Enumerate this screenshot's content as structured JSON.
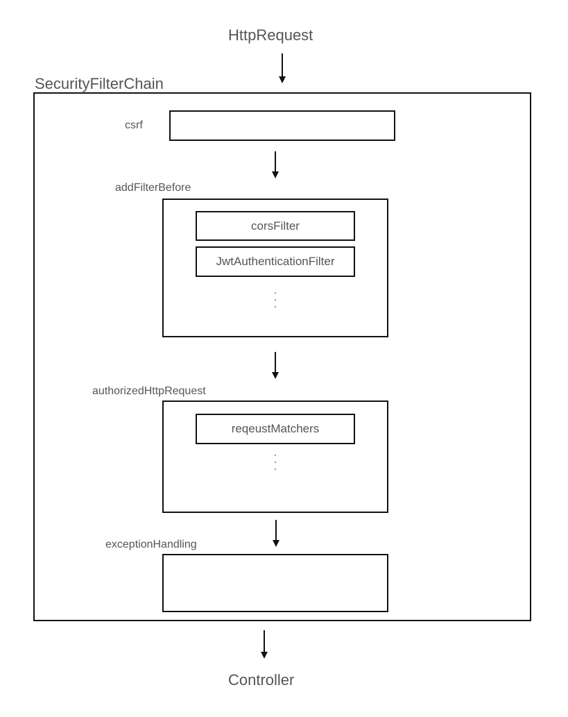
{
  "diagram": {
    "top_node": "HttpRequest",
    "bottom_node": "Controller",
    "container_label": "SecurityFilterChain",
    "stages": [
      {
        "label": "csrf",
        "items": []
      },
      {
        "label": "addFilterBefore",
        "items": [
          "corsFilter",
          "JwtAuthenticationFilter"
        ],
        "has_more": true
      },
      {
        "label": "authorizedHttpRequest",
        "items": [
          "reqeustMatchers"
        ],
        "has_more": true
      },
      {
        "label": "exceptionHandling",
        "items": []
      }
    ],
    "line_color": "#111111",
    "text_color": "#555555"
  }
}
